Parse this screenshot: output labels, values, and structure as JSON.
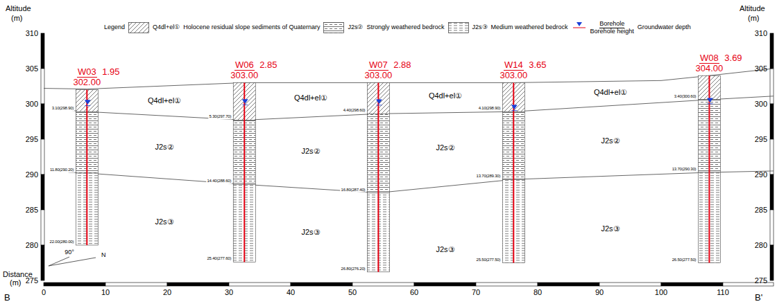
{
  "diagram": {
    "nodes": [
      {
        "text": [
          "W03",
          "302.00",
          "1.95"
        ]
      },
      {
        "text": [
          "W06",
          "303.00",
          "2.85"
        ]
      },
      {
        "text": [
          "W07",
          "303.00",
          "2.88"
        ]
      },
      {
        "text": [
          "W14",
          "303.00",
          "3.65"
        ]
      },
      {
        "text": [
          "W08",
          "304.00",
          "3.69"
        ]
      }
    ],
    "labels": [
      "Altitude",
      "(m)",
      "Altitude",
      "(m)",
      "310",
      "305",
      "300",
      "295",
      "290",
      "285",
      "280",
      "275",
      "310",
      "305",
      "300",
      "295",
      "290",
      "285",
      "280",
      "275",
      "Distance",
      "(m)",
      "0",
      "10",
      "20",
      "30",
      "40",
      "50",
      "60",
      "70",
      "80",
      "90",
      "100",
      "110",
      "B",
      "B'",
      "Legend",
      "Q4dl+el①",
      "J2s②",
      "J2s③",
      "Borehole",
      "Borehole height",
      "Q4dl+el①",
      "Q4dl+el①",
      "Q4dl+el①",
      "Q4dl+el①",
      "J2s②",
      "J2s②",
      "J2s②",
      "J2s②",
      "J2s③",
      "J2s③",
      "J2s③",
      "J2s③",
      "3.10(298.90)",
      "11.80(290.20)",
      "22.00(280.00)",
      "5.30(297.70)",
      "14.40(288.60)",
      "25.40(277.60)",
      "4.40(298.60)",
      "16.80(287.40)",
      "26.80(276.20)",
      "4.10(298.90)",
      "13.70(289.30)",
      "25.50(277.50)",
      "3.40(300.60)",
      "13.70(290.30)",
      "26.50(277.50)",
      "90°",
      "N"
    ],
    "legend": [
      {
        "text": "Holocene residual slope sediments of Quaternary"
      },
      {
        "text": "Strongly weathered bedrock"
      },
      {
        "text": "Medium weathered bedrock"
      },
      {
        "text": "Groundwater depth"
      }
    ]
  }
}
